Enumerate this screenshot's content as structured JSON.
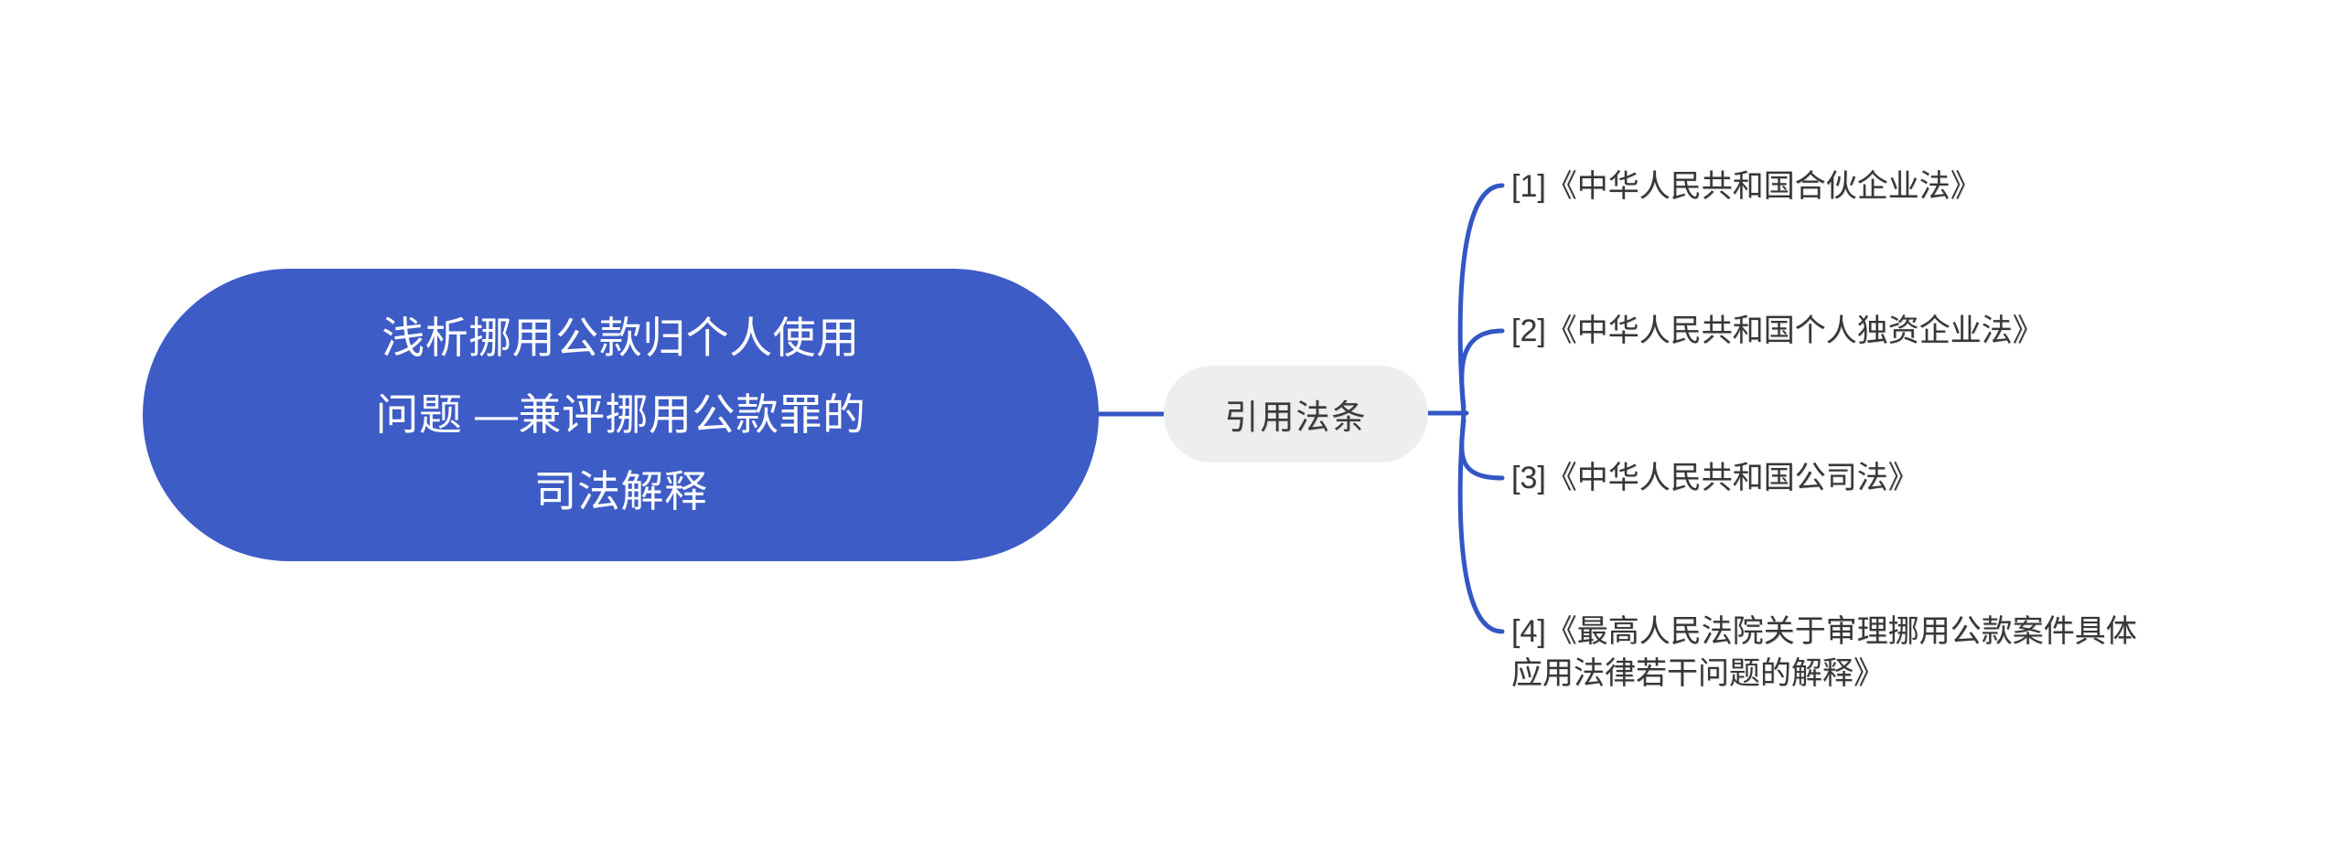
{
  "page": {
    "background": "#ffffff"
  },
  "colors": {
    "root_fill": "#3E5CC6",
    "root_text": "#ffffff",
    "branch_fill": "#ECEEF0",
    "branch_text": "#3b3b3b",
    "edge": "#3356C5",
    "leaf_text": "#373737"
  },
  "root_topic": {
    "text": "浅析挪用公款归个人使用问题 —兼评挪用公款罪的司法解释"
  },
  "branch_node": {
    "label": "引用法条"
  },
  "leaves": [
    {
      "label": "[1]《中华人民共和国合伙企业法》"
    },
    {
      "label": "[2]《中华人民共和国个人独资企业法》"
    },
    {
      "label": "[3]《中华人民共和国公司法》"
    },
    {
      "label": "[4]《最高人民法院关于审理挪用公款案件具体应用法律若干问题的解释》"
    }
  ]
}
